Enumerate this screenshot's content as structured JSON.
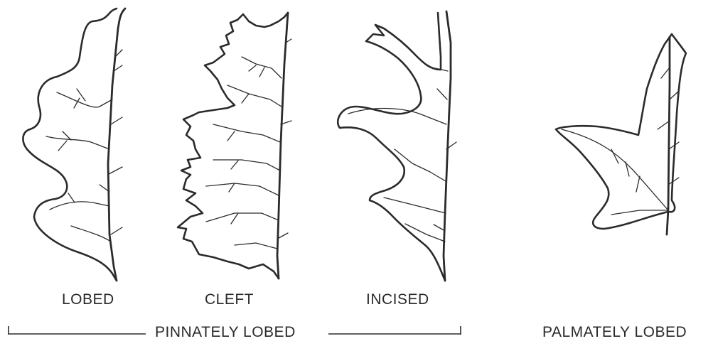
{
  "leaves": {
    "lobed": "LOBED",
    "cleft": "CLEFT",
    "incised": "INCISED"
  },
  "groups": {
    "pinnate": "PINNATELY LOBED",
    "palmate": "PALMATELY LOBED"
  }
}
